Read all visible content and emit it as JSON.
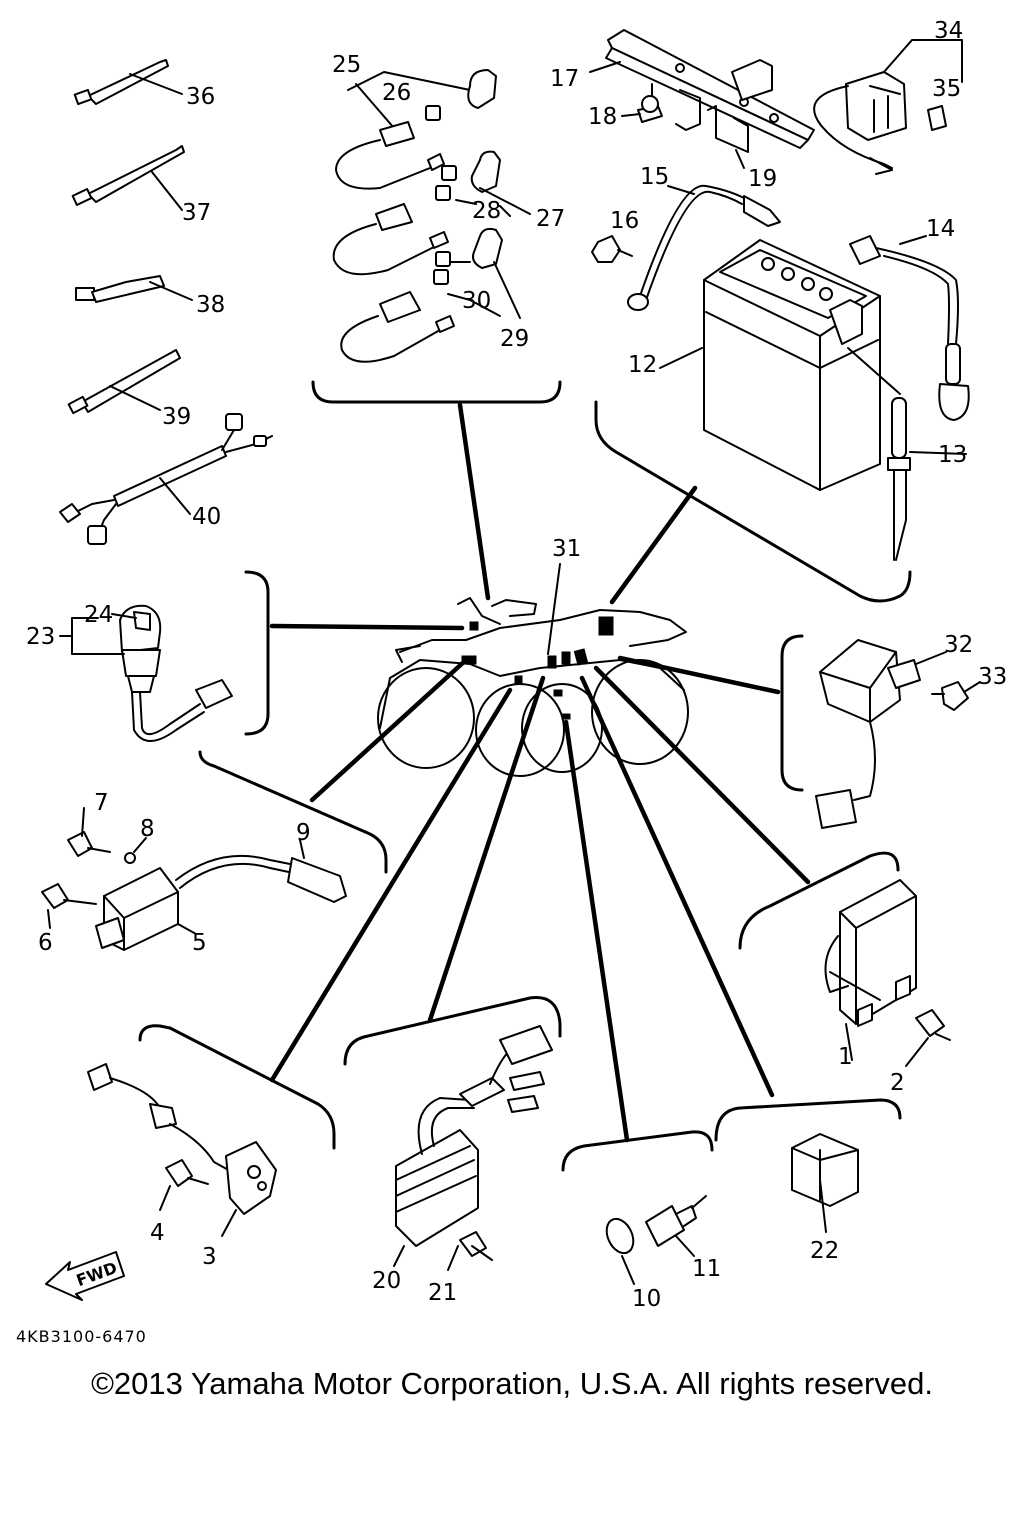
{
  "diagram": {
    "drawing_code": "4KB3100-6470",
    "copyright": "©2013 Yamaha Motor Corporation, U.S.A. All rights reserved.",
    "fwd_label": "FWD",
    "callouts": {
      "n1": "1",
      "n2": "2",
      "n3": "3",
      "n4": "4",
      "n5": "5",
      "n6": "6",
      "n7": "7",
      "n8": "8",
      "n9": "9",
      "n10": "10",
      "n11": "11",
      "n12": "12",
      "n13": "13",
      "n14": "14",
      "n15": "15",
      "n16": "16",
      "n17": "17",
      "n18": "18",
      "n19": "19",
      "n20": "20",
      "n21": "21",
      "n22": "22",
      "n23": "23",
      "n24": "24",
      "n25": "25",
      "n26": "26",
      "n27": "27",
      "n28": "28",
      "n29": "29",
      "n30": "30",
      "n31": "31",
      "n32": "32",
      "n33": "33",
      "n34": "34",
      "n35": "35",
      "n36": "36",
      "n37": "37",
      "n38": "38",
      "n39": "39",
      "n40": "40"
    }
  }
}
